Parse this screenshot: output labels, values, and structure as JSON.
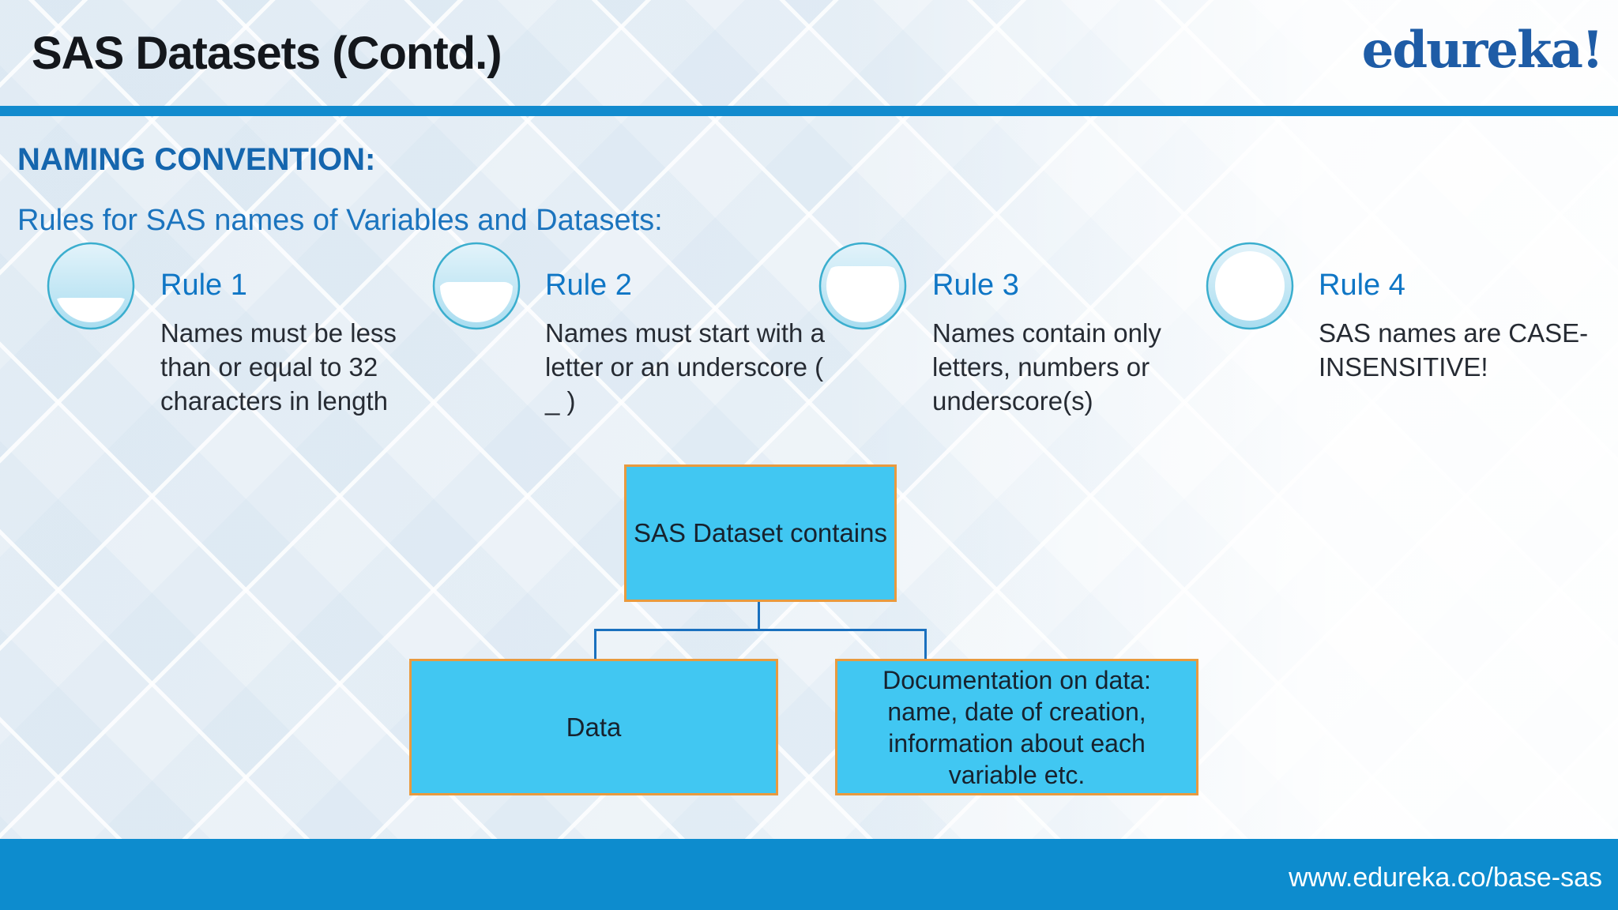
{
  "header": {
    "title": "SAS Datasets (Contd.)",
    "logo": "edureka!"
  },
  "content": {
    "section_heading": "NAMING CONVENTION:",
    "subheading": "Rules for SAS names of Variables and Datasets:",
    "rules": [
      {
        "label": "Rule 1",
        "text": "Names must be less than or equal to 32 characters in length"
      },
      {
        "label": "Rule 2",
        "text": "Names must start with a letter or an underscore ( _ )"
      },
      {
        "label": "Rule 3",
        "text": "Names contain only letters, numbers or underscore(s)"
      },
      {
        "label": "Rule 4",
        "text": "SAS names are CASE-INSENSITIVE!"
      }
    ],
    "diagram": {
      "root_label": "SAS Dataset contains",
      "children": [
        {
          "label": "Data"
        },
        {
          "label": "Documentation on data: name, date of creation, information about each variable etc."
        }
      ]
    }
  },
  "footer": {
    "url": "www.edureka.co/base-sas"
  },
  "colors": {
    "accent_blue": "#128BCE",
    "footer_blue": "#0D8CCE",
    "box_fill": "#41C7F2",
    "box_border": "#E99A3E",
    "connector_blue": "#1A70BE",
    "heading_blue": "#1566AE",
    "rule_label_blue": "#0F76C5",
    "logo_blue": "#1E5CA6",
    "icon_ring": "#3BAECE"
  }
}
